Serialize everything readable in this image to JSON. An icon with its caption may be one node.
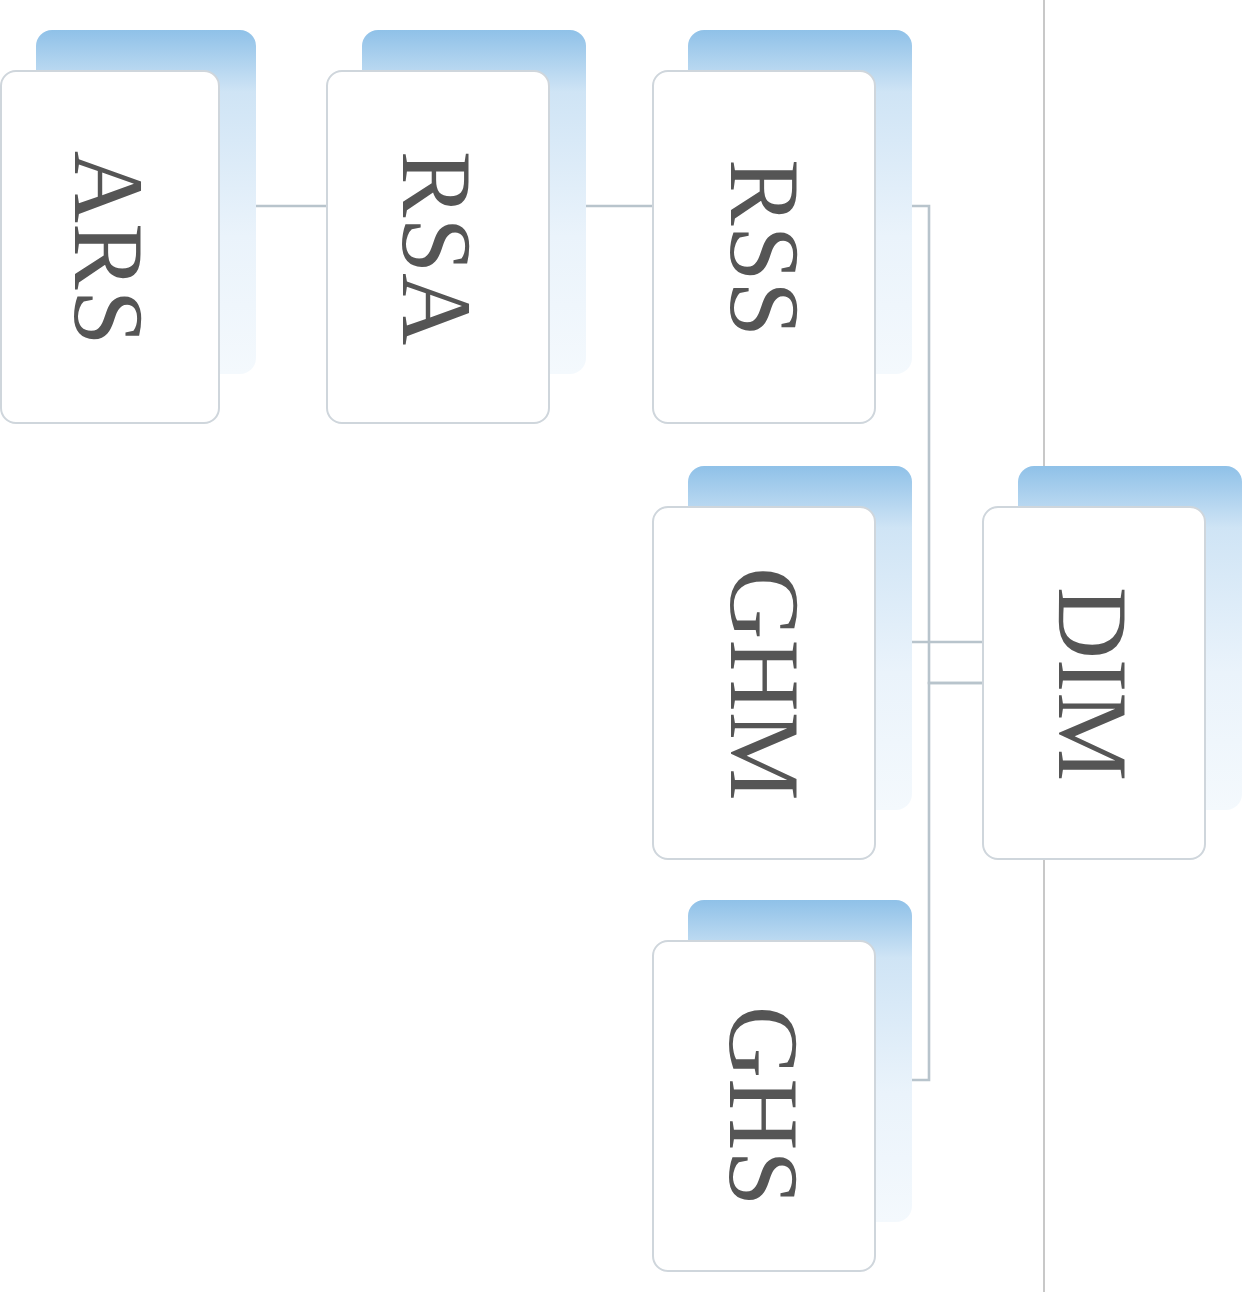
{
  "diagram": {
    "nodes": [
      {
        "text": [
          "ARS"
        ]
      },
      {
        "text": [
          "RSA"
        ]
      },
      {
        "text": [
          "RSS"
        ]
      },
      {
        "text": [
          "GHM"
        ]
      },
      {
        "text": [
          "GHS"
        ]
      },
      {
        "text": [
          "DIM"
        ]
      }
    ],
    "edges": [
      {
        "from": 0,
        "to": 1,
        "arrow": "none"
      },
      {
        "from": 1,
        "to": 2,
        "arrow": "none"
      },
      {
        "from": 5,
        "to": 2,
        "arrow": "none"
      },
      {
        "from": 5,
        "to": 3,
        "arrow": "none"
      },
      {
        "from": 5,
        "to": 4,
        "arrow": "none"
      }
    ]
  }
}
